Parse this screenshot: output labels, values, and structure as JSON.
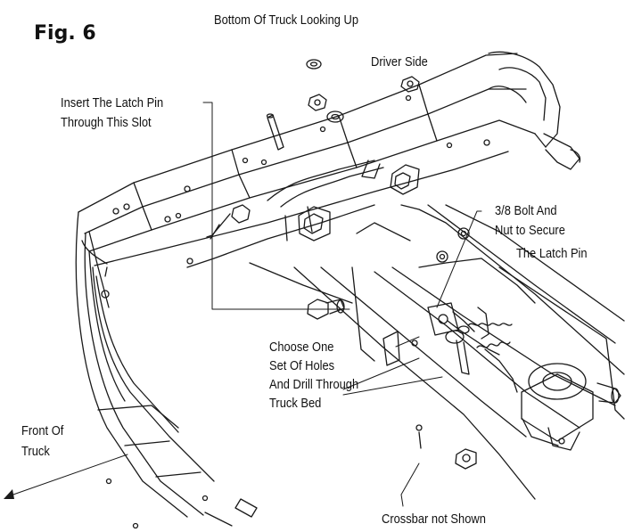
{
  "figure": {
    "label": "Fig. 6",
    "subtitle": "Bottom Of Truck Looking Up"
  },
  "callouts": {
    "driver_side": "Driver Side",
    "latch_slot": [
      "Insert The Latch Pin",
      "Through This Slot"
    ],
    "bolt_nut": [
      "3/8 Bolt And",
      "Nut to Secure",
      "The Latch Pin"
    ],
    "holes": [
      "Choose One",
      "Set Of Holes",
      "And Drill Through",
      "Truck Bed"
    ],
    "front": [
      "Front Of",
      "Truck"
    ],
    "crossbar": "Crossbar not Shown"
  },
  "colors": {
    "line": "#1a1a1a",
    "background": "#ffffff"
  }
}
